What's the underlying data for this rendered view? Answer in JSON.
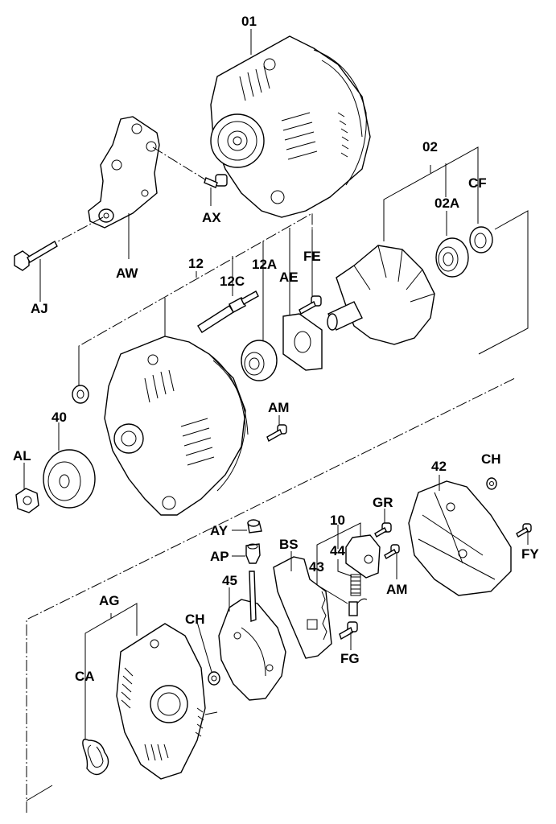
{
  "title": "Alternator exploded parts diagram",
  "callouts": [
    {
      "id": "01",
      "part": "alternator-assembly"
    },
    {
      "id": "02",
      "part": "rotor-group"
    },
    {
      "id": "02A",
      "part": "rotor-bearing"
    },
    {
      "id": "CF",
      "part": "bearing-cover"
    },
    {
      "id": "AX",
      "part": "bracket-bolt"
    },
    {
      "id": "AW",
      "part": "mounting-bracket"
    },
    {
      "id": "AJ",
      "part": "pivot-bolt"
    },
    {
      "id": "12",
      "part": "drive-end-frame-group"
    },
    {
      "id": "12C",
      "part": "through-stud"
    },
    {
      "id": "12A",
      "part": "front-bearing"
    },
    {
      "id": "AE",
      "part": "bearing-retainer-plate"
    },
    {
      "id": "FE",
      "part": "retainer-screw"
    },
    {
      "id": "40",
      "part": "pulley"
    },
    {
      "id": "AL",
      "part": "pulley-nut"
    },
    {
      "id": "AM",
      "part": "screw"
    },
    {
      "id": "42",
      "part": "rear-cover"
    },
    {
      "id": "CH",
      "part": "nut"
    },
    {
      "id": "GR",
      "part": "screw"
    },
    {
      "id": "10",
      "part": "regulator-group"
    },
    {
      "id": "44",
      "part": "brush-spring"
    },
    {
      "id": "43",
      "part": "brush"
    },
    {
      "id": "AM2",
      "label": "AM",
      "part": "screw"
    },
    {
      "id": "FY",
      "part": "screw"
    },
    {
      "id": "AY",
      "part": "terminal-cap"
    },
    {
      "id": "AP",
      "part": "terminal-insulator"
    },
    {
      "id": "BS",
      "part": "brush-holder"
    },
    {
      "id": "45",
      "part": "rectifier"
    },
    {
      "id": "FG",
      "part": "screw"
    },
    {
      "id": "AG",
      "part": "rear-end-frame-group"
    },
    {
      "id": "CH2",
      "label": "CH",
      "part": "nut"
    },
    {
      "id": "CA",
      "part": "clip"
    }
  ],
  "labels": {
    "l01": "01",
    "l02": "02",
    "l02A": "02A",
    "lCF": "CF",
    "lAX": "AX",
    "lAW": "AW",
    "lAJ": "AJ",
    "l12": "12",
    "l12C": "12C",
    "l12A": "12A",
    "lAE": "AE",
    "lFE": "FE",
    "l40": "40",
    "lAL": "AL",
    "lAM": "AM",
    "l42": "42",
    "lCH": "CH",
    "lGR": "GR",
    "l10": "10",
    "l44": "44",
    "l43": "43",
    "lAM2": "AM",
    "lFY": "FY",
    "lAY": "AY",
    "lAP": "AP",
    "lBS": "BS",
    "l45": "45",
    "lFG": "FG",
    "lAG": "AG",
    "lCH2": "CH",
    "lCA": "CA"
  }
}
